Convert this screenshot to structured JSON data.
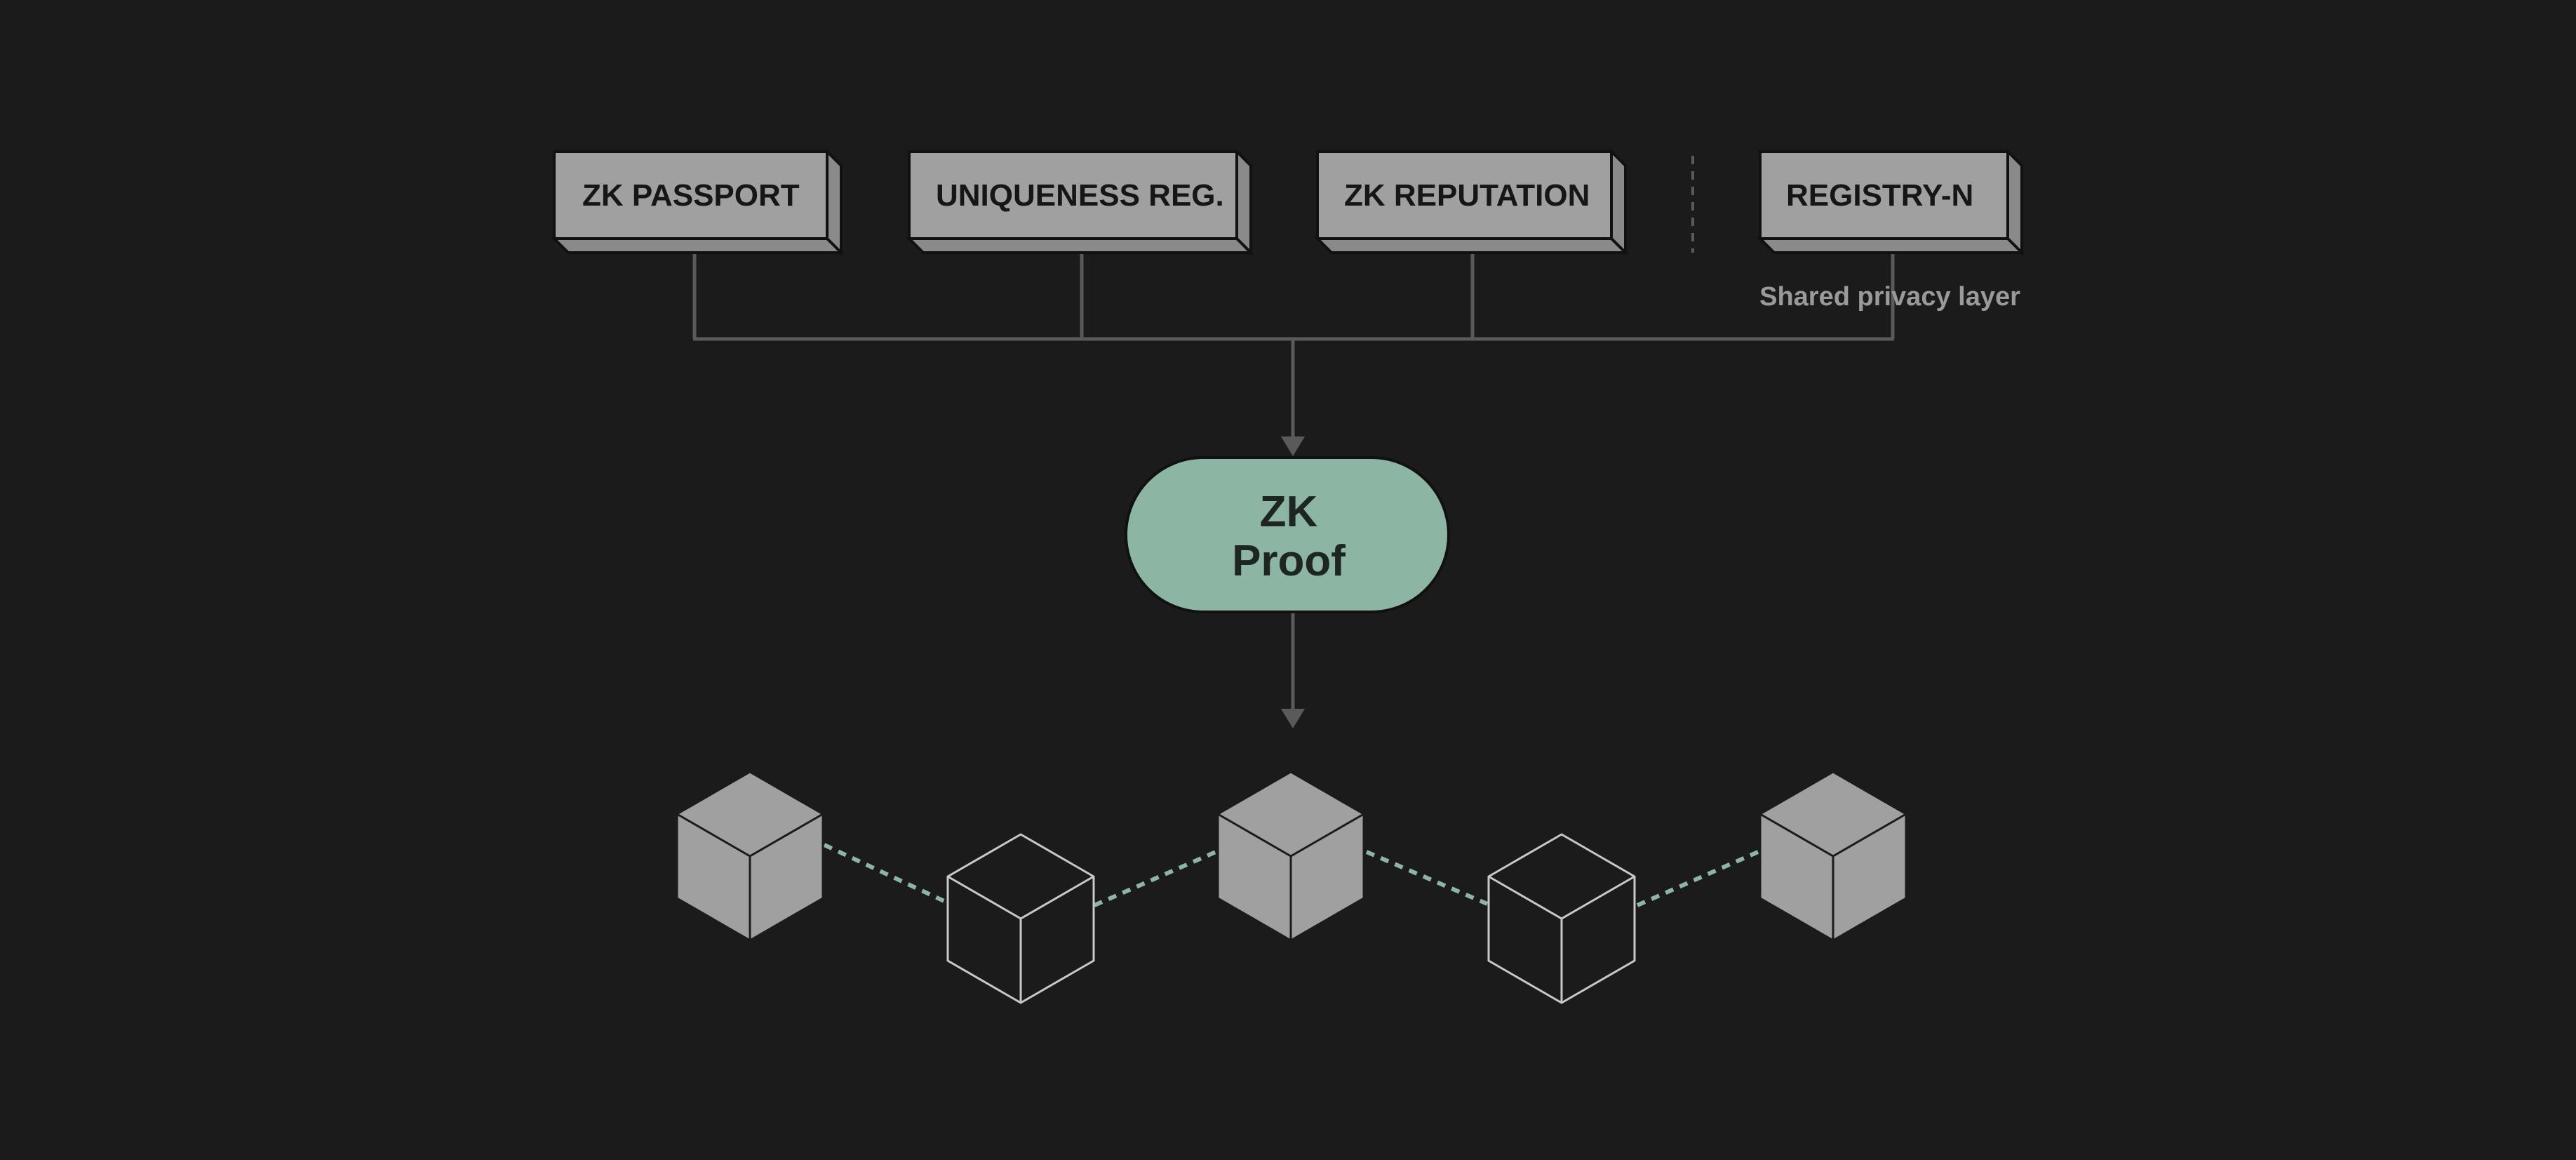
{
  "diagram": {
    "registries": [
      {
        "label": "ZK PASSPORT"
      },
      {
        "label": "UNIQUENESS REG."
      },
      {
        "label": "ZK REPUTATION"
      },
      {
        "label": "REGISTRY-N"
      }
    ],
    "shared_layer_caption": "Shared privacy layer",
    "proof": {
      "line1": "ZK",
      "line2": "Proof"
    },
    "chain_blocks": [
      {
        "style": "filled"
      },
      {
        "style": "outline"
      },
      {
        "style": "filled"
      },
      {
        "style": "outline"
      },
      {
        "style": "filled"
      }
    ]
  },
  "colors": {
    "background": "#1b1b1b",
    "box_face": "#a0a0a0",
    "box_side": "#8a8a8a",
    "line": "#5a5a5a",
    "proof_fill": "#8db5a4",
    "chain_link": "#8db5a4",
    "outline_cube": "#c8c8c8"
  }
}
